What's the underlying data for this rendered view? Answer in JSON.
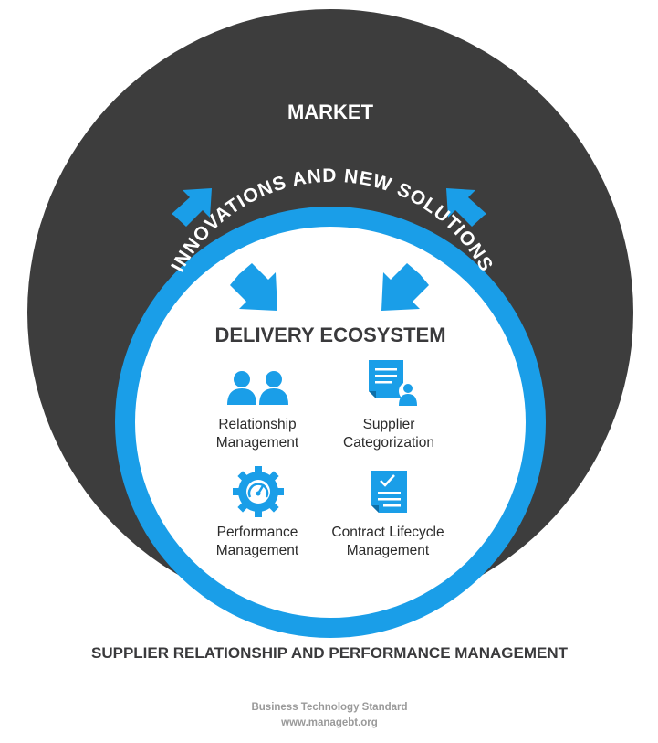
{
  "colors": {
    "market": "#3d3d3d",
    "accent": "#1a9ee8",
    "inner": "#ffffff",
    "text_dark": "#3a3a3c",
    "footer": "#9a9a9a"
  },
  "market_label": "MARKET",
  "arc_label": "INNOVATIONS AND NEW SOLUTIONS",
  "ecosystem_title": "DELIVERY ECOSYSTEM",
  "items": [
    {
      "icon": "people-icon",
      "line1": "Relationship",
      "line2": "Management"
    },
    {
      "icon": "supplier-document-icon",
      "line1": "Supplier",
      "line2": "Categorization"
    },
    {
      "icon": "gear-gauge-icon",
      "line1": "Performance",
      "line2": "Management"
    },
    {
      "icon": "contract-checklist-icon",
      "line1": "Contract Lifecycle",
      "line2": "Management"
    }
  ],
  "bottom_title": "SUPPLIER RELATIONSHIP AND PERFORMANCE MANAGEMENT",
  "footer": {
    "line1": "Business Technology Standard",
    "line2": "www.managebt.org"
  }
}
